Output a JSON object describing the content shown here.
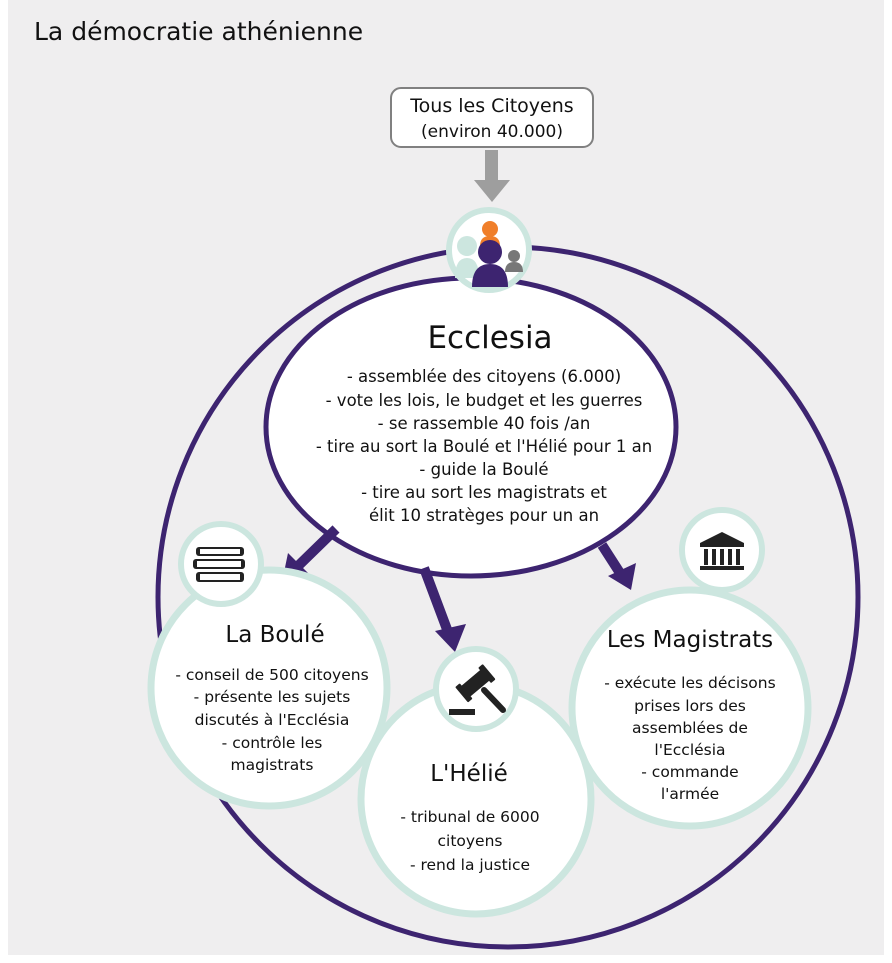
{
  "title": "La démocratie athénienne",
  "colors": {
    "background": "#efeeef",
    "purple": "#3d2470",
    "teal": "#cce6df",
    "gray_arrow": "#9e9e9e",
    "orange": "#f07f2a"
  },
  "citizens": {
    "line1": "Tous les Citoyens",
    "line2": "(environ 40.000)"
  },
  "ecclesia": {
    "icon": "people-icon",
    "title": "Ecclesia",
    "lines": [
      "- assemblée des citoyens (6.000)",
      "- vote les lois, le budget et les guerres",
      "- se rassemble 40 fois /an",
      "- tire au sort la Boulé et l'Hélié pour 1 an",
      "- guide la Boulé",
      "- tire au sort les magistrats et",
      "élit 10 stratèges pour un an"
    ]
  },
  "boule": {
    "icon": "books-icon",
    "title": "La Boulé",
    "lines": [
      "- conseil de 500 citoyens",
      "- présente les sujets",
      "discutés à l'Ecclésia",
      "- contrôle les",
      "magistrats"
    ]
  },
  "heliee": {
    "icon": "gavel-icon",
    "title": "L'Hélié",
    "lines": [
      "- tribunal de 6000",
      "citoyens",
      "- rend la justice"
    ]
  },
  "magistrats": {
    "icon": "temple-icon",
    "title": "Les Magistrats",
    "lines": [
      "- exécute les décisons",
      "prises lors des",
      "assemblées de",
      "l'Ecclésia",
      "- commande",
      "l'armée"
    ]
  }
}
